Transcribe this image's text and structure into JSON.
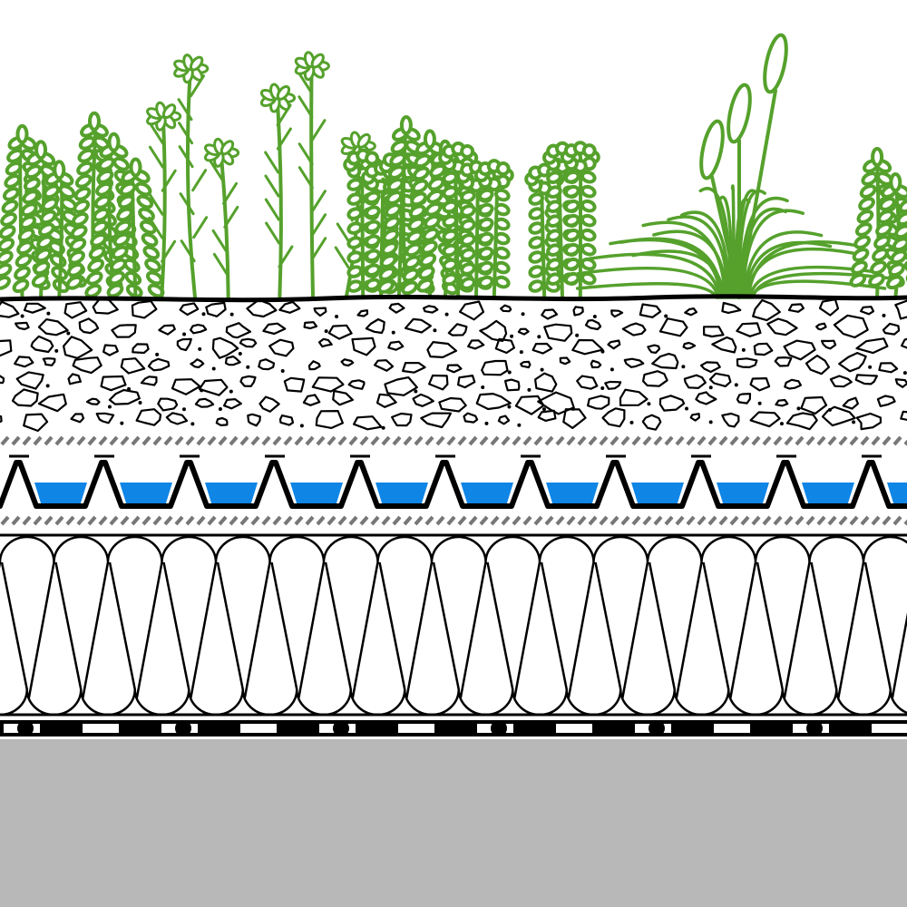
{
  "diagram": {
    "kind": "green-roof-cross-section",
    "layers_top_to_bottom": [
      "vegetation",
      "substrate",
      "filter-fleece",
      "drainage-water-retention-board",
      "protection-fleece",
      "thermal-insulation",
      "waterproofing-membrane",
      "roof-deck"
    ],
    "plants_left_to_right": [
      "shrub",
      "shrub",
      "flowering-stems",
      "flowering-stems",
      "sedum-clump",
      "shrub",
      "sedum-clump",
      "sedum-clump",
      "ornamental-grass",
      "shrub"
    ],
    "colors": {
      "vegetation": "#55a12c",
      "water": "#0f85e6",
      "outline": "#000000",
      "fleece_hatch": "#777777",
      "roof_deck": "#b8b8b8",
      "background": "#ffffff"
    }
  }
}
